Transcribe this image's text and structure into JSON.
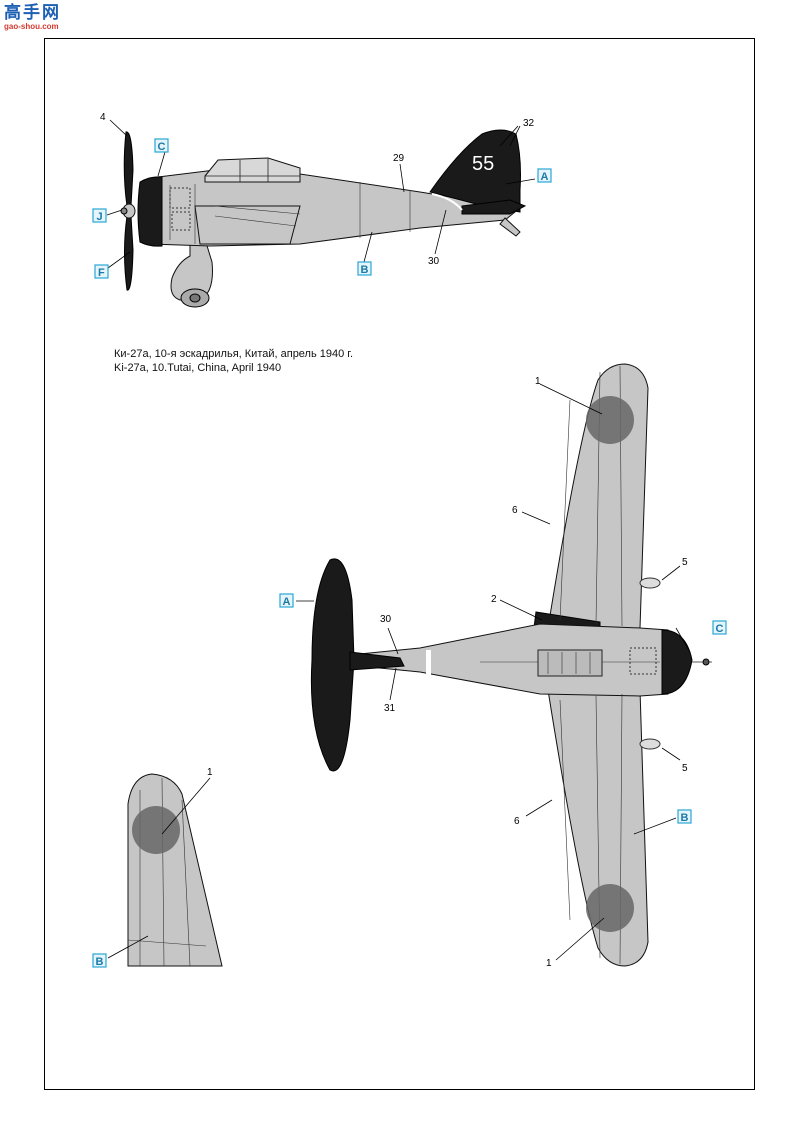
{
  "watermark": {
    "site_name": "高手网",
    "site_url": "gao-shou.com"
  },
  "caption": {
    "line_ru": "Ки-27а, 10-я эскадрилья, Китай, апрель 1940 г.",
    "line_en": "Ki-27a, 10.Tutai, China, April 1940"
  },
  "colors": {
    "light_grey": "#c6c6c6",
    "black": "#1a1a1a",
    "roundel": "#666666",
    "tag_border": "#2aa7d4",
    "tag_fill": "#e6f5fb"
  },
  "side_view": {
    "fuselage_number": "55",
    "color_tags": [
      "C",
      "J",
      "F",
      "B",
      "A"
    ],
    "callouts": [
      "4",
      "29",
      "32",
      "30"
    ]
  },
  "top_view": {
    "color_tags": [
      "A",
      "C",
      "B"
    ],
    "callouts": [
      "1",
      "6",
      "2",
      "5",
      "30",
      "31",
      "5",
      "6",
      "1"
    ]
  },
  "wing_detail": {
    "color_tags": [
      "B"
    ],
    "callouts": [
      "1"
    ]
  }
}
